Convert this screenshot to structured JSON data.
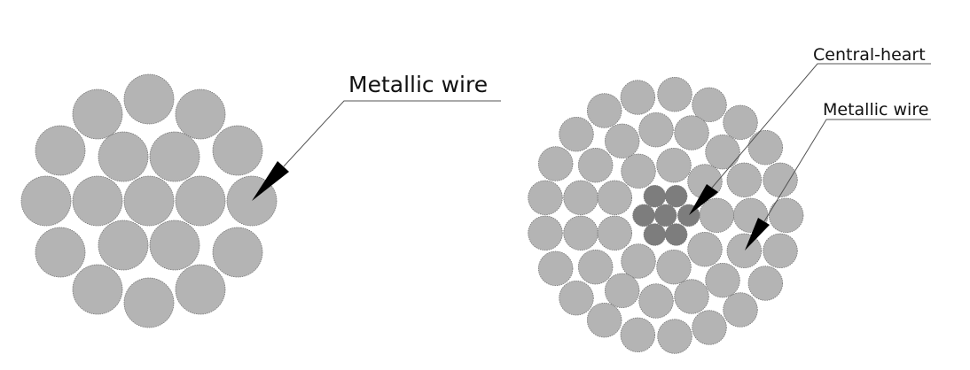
{
  "left_figure": {
    "label": "Metallic wire"
  },
  "right_figure": {
    "central_label": "Central-heart",
    "wire_label": "Metallic wire"
  },
  "colors": {
    "wire": "#b4b4b4",
    "core": "#7d7d7d",
    "outline": "#777777"
  }
}
